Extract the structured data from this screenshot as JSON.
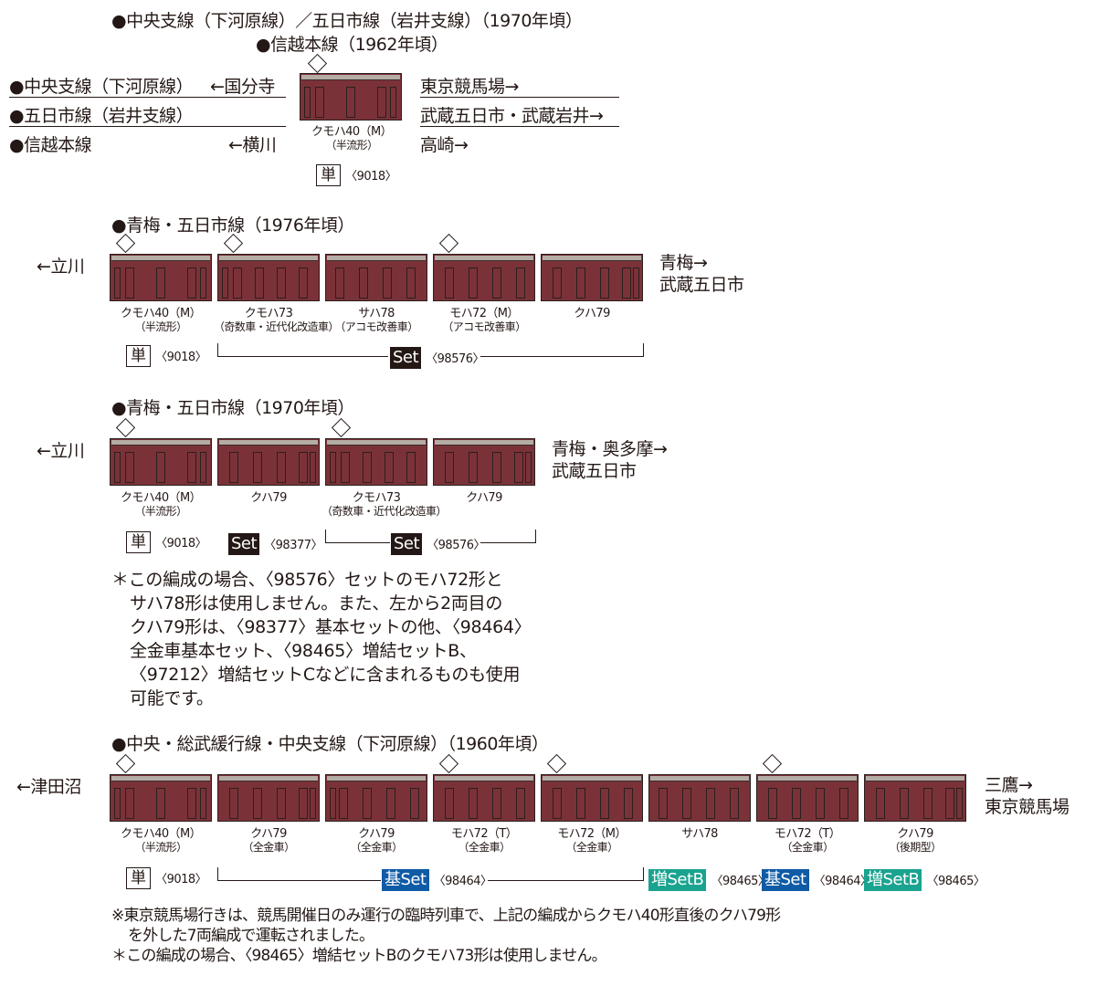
{
  "colors": {
    "car_body": "#7a3238",
    "roof": "#b5aca5",
    "outline": "#2a1f1f",
    "set_black": "#231815",
    "set_blue": "#0f5ba6",
    "set_teal": "#1aa38f"
  },
  "section1": {
    "title1": "●中央支線（下河原線）／五日市線（岩井支線）（1970年頃）",
    "title2": "●信越本線（1962年頃）",
    "left_lines": [
      {
        "name": "●中央支線（下河原線）",
        "dest": "←国分寺"
      },
      {
        "name": "●五日市線（岩井支線）",
        "dest": ""
      },
      {
        "name": "●信越本線",
        "dest": "←横川"
      }
    ],
    "right_lines": [
      "東京競馬場→",
      "武蔵五日市・武蔵岩井→",
      "高崎→"
    ],
    "car": {
      "name": "クモハ40（M）",
      "sub": "（半流形）",
      "badge": "単",
      "code": "〈9018〉"
    }
  },
  "section2": {
    "title": "●青梅・五日市線（1976年頃）",
    "left_dest": "←立川",
    "right_dest": [
      "青梅→",
      "武蔵五日市"
    ],
    "cars": [
      {
        "name": "クモハ40（M）",
        "sub": "（半流形）"
      },
      {
        "name": "クモハ73",
        "sub": "（奇数車・近代化改造車）"
      },
      {
        "name": "サハ78",
        "sub": "（アコモ改善車）"
      },
      {
        "name": "モハ72（M）",
        "sub": "（アコモ改善車）"
      },
      {
        "name": "クハ79",
        "sub": ""
      }
    ],
    "badges": [
      {
        "label": "単",
        "code": "〈9018〉"
      },
      {
        "label": "Set",
        "code": "〈98576〉"
      }
    ]
  },
  "section3": {
    "title": "●青梅・五日市線（1970年頃）",
    "left_dest": "←立川",
    "right_dest": [
      "青梅・奥多摩→",
      "武蔵五日市"
    ],
    "cars": [
      {
        "name": "クモハ40（M）",
        "sub": "（半流形）"
      },
      {
        "name": "クハ79",
        "sub": ""
      },
      {
        "name": "クモハ73",
        "sub": "（奇数車・近代化改造車）"
      },
      {
        "name": "クハ79",
        "sub": ""
      }
    ],
    "badges": [
      {
        "label": "単",
        "code": "〈9018〉"
      },
      {
        "label": "Set",
        "code": "〈98377〉"
      },
      {
        "label": "Set",
        "code": "〈98576〉"
      }
    ],
    "note": [
      "＊この編成の場合、〈98576〉セットのモハ72形と",
      "サハ78形は使用しません。また、左から2両目の",
      "クハ79形は、〈98377〉基本セットの他、〈98464〉",
      "全金車基本セット、〈98465〉増結セットB、",
      "〈97212〉増結セットCなどに含まれるものも使用",
      "可能です。"
    ]
  },
  "section4": {
    "title": "●中央・総武緩行線・中央支線（下河原線）（1960年頃）",
    "left_dest": "←津田沼",
    "right_dest": [
      "三鷹→",
      "東京競馬場"
    ],
    "cars": [
      {
        "name": "クモハ40（M）",
        "sub": "（半流形）"
      },
      {
        "name": "クハ79",
        "sub": "（全金車）"
      },
      {
        "name": "クハ79",
        "sub": "（全金車）"
      },
      {
        "name": "モハ72（T）",
        "sub": "（全金車）"
      },
      {
        "name": "モハ72（M）",
        "sub": "（全金車）"
      },
      {
        "name": "サハ78",
        "sub": ""
      },
      {
        "name": "モハ72（T）",
        "sub": "（全金車）"
      },
      {
        "name": "クハ79",
        "sub": "（後期型）"
      }
    ],
    "badges": [
      {
        "label": "単",
        "code": "〈9018〉"
      },
      {
        "label": "基Set",
        "code": "〈98464〉"
      },
      {
        "label": "増SetB",
        "code": "〈98465〉"
      },
      {
        "label": "基Set",
        "code": "〈98464〉"
      },
      {
        "label": "増SetB",
        "code": "〈98465〉"
      }
    ],
    "notes": [
      "※東京競馬場行きは、競馬開催日のみ運行の臨時列車で、上記の編成からクモハ40形直後のクハ79形",
      "を外した7両編成で運転されました。",
      "＊この編成の場合、〈98465〉増結セットBのクモハ73形は使用しません。"
    ]
  }
}
